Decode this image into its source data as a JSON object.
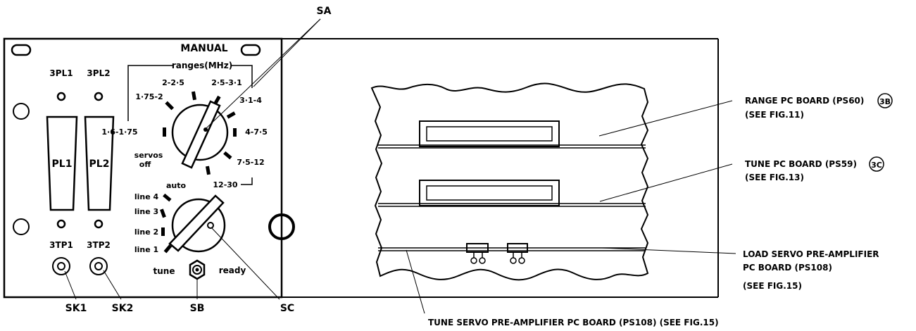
{
  "panel": {
    "title": "MANUAL",
    "ranges_header": "ranges(MHz)",
    "connectors": {
      "pl1": "PL1",
      "pl2": "PL2",
      "label_3pl1": "3PL1",
      "label_3pl2": "3PL2"
    },
    "test_points": {
      "label_3tp1": "3TP1",
      "label_3tp2": "3TP2"
    },
    "range_positions": [
      "1·6-1·75",
      "1·75-2",
      "2-2·5",
      "2·5-3·1",
      "3·1-4",
      "4-7·5",
      "7·5-12",
      "12-30"
    ],
    "servo_labels": {
      "servos": "servos",
      "off": "off",
      "auto": "auto"
    },
    "line_positions": [
      "line 4",
      "line 3",
      "line 2",
      "line 1"
    ],
    "switch_labels": {
      "tune": "tune",
      "ready": "ready"
    }
  },
  "callouts": {
    "sa": "SA",
    "sb": "SB",
    "sc": "SC",
    "sk1": "SK1",
    "sk2": "SK2",
    "range_board": "RANGE PC BOARD (PS60)",
    "range_board_ref": "3B",
    "range_board_see": "(SEE FIG.11)",
    "tune_board": "TUNE PC BOARD (PS59)",
    "tune_board_ref": "3C",
    "tune_board_see": "(SEE FIG.13)",
    "load_servo_1": "LOAD SERVO PRE-AMPLIFIER",
    "load_servo_2": "PC BOARD (PS108)",
    "load_servo_3": "(SEE FIG.15)",
    "tune_servo": "TUNE SERVO PRE-AMPLIFIER PC BOARD (PS108) (SEE FIG.15)"
  }
}
